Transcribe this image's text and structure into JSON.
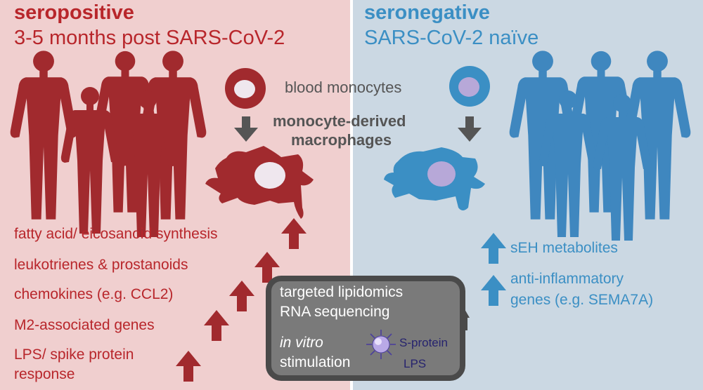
{
  "left": {
    "heading": "seropositive",
    "subheading": "3-5 months post SARS-CoV-2",
    "color": "#b8262b",
    "findings": [
      "fatty acid/ eicosanoid synthesis",
      "leukotrienes & prostanoids",
      "chemokines (e.g. CCL2)",
      "M2-associated genes",
      "LPS/ spike protein",
      "response"
    ]
  },
  "right": {
    "heading": "seronegative",
    "subheading": "SARS-CoV-2 naïve",
    "color": "#3b8fc4",
    "findings": [
      "sEH metabolites",
      "anti-inflammatory",
      "genes (e.g. SEMA7A)"
    ]
  },
  "center": {
    "monocytes_label": "blood monocytes",
    "macrophages_label_line1": "monocyte-derived",
    "macrophages_label_line2": "macrophages"
  },
  "methods": {
    "line1": "targeted lipidomics",
    "line2": "RNA sequencing",
    "line3": "in vitro",
    "line4": "stimulation",
    "stimulus1": "S-protein",
    "stimulus2": "LPS"
  }
}
